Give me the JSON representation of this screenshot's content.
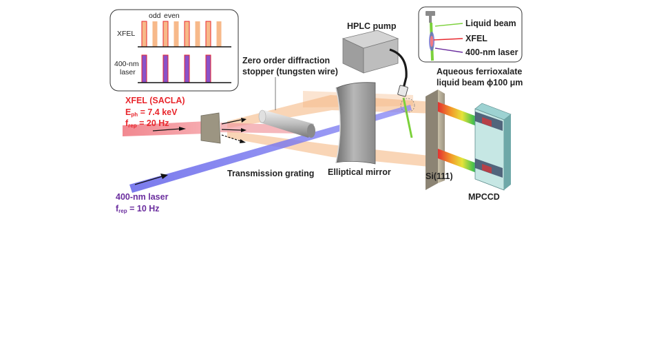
{
  "inset_pulses": {
    "odd_label": "odd",
    "even_label": "even",
    "xfel_label": "XFEL",
    "laser_label_line1": "400-nm",
    "laser_label_line2": "laser",
    "xfel_pulse_count": 8,
    "laser_pulse_count": 4
  },
  "inset_sample": {
    "liquid_beam": "Liquid beam",
    "xfel": "XFEL",
    "laser": "400-nm laser"
  },
  "xfel_source": {
    "title": "XFEL (SACLA)",
    "energy_main": "E",
    "energy_sub": "ph",
    "energy_value": " = 7.4 keV",
    "rep_main": "f",
    "rep_sub": "rep",
    "rep_value": " = 20 Hz"
  },
  "laser_source": {
    "title": "400-nm laser",
    "rep_main": "f",
    "rep_sub": "rep",
    "rep_value": " = 10 Hz"
  },
  "components": {
    "hplc_pump": "HPLC pump",
    "stopper_line1": "Zero order diffraction",
    "stopper_line2": "stopper (tungsten wire)",
    "sample_line1": "Aqueous ferrioxalate",
    "sample_line2": "liquid beam ϕ100 μm",
    "grating": "Transmission grating",
    "mirror": "Elliptical mirror",
    "crystal": "Si(111)",
    "detector": "MPCCD"
  },
  "colors": {
    "xfel_red": "#e8262c",
    "laser_purple": "#6a2d9e",
    "xfel_pulse": "#f7b98a",
    "laser_pulse": "#8a52c8",
    "orange_beam": "#f4b27a",
    "blue_beam": "#6f6ff0",
    "liquid_green": "#7bd13a"
  }
}
